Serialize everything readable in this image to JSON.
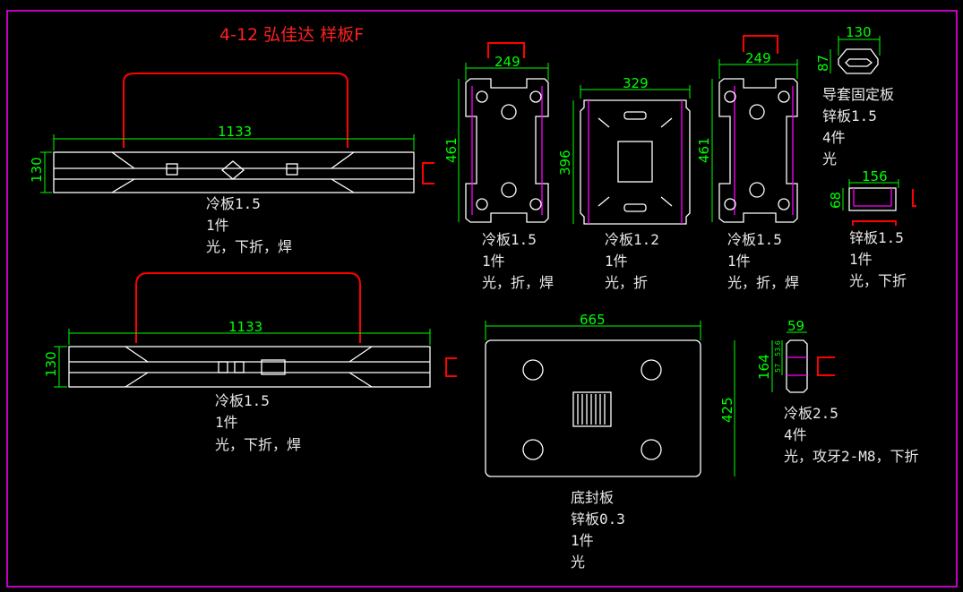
{
  "title": "4-12 弘佳达 样板F",
  "colors": {
    "background": "#000000",
    "border": "#ff00ff",
    "outline": "#ffffff",
    "dimension": "#00ff00",
    "bend": "#ff0000",
    "bend_line": "#ff00ff"
  },
  "parts": [
    {
      "width": "1133",
      "height": "130",
      "notes": [
        "冷板1.5",
        "1件",
        "光，下折，焊"
      ]
    },
    {
      "width": "1133",
      "height": "130",
      "notes": [
        "冷板1.5",
        "1件",
        "光，下折，焊"
      ]
    },
    {
      "width": "249",
      "height": "461",
      "notes": [
        "冷板1.5",
        "1件",
        "光，折，焊"
      ]
    },
    {
      "width": "329",
      "height": "396",
      "notes": [
        "冷板1.2",
        "1件",
        "光，折"
      ]
    },
    {
      "width": "249",
      "height": "461",
      "notes": [
        "冷板1.5",
        "1件",
        "光，折，焊"
      ]
    },
    {
      "width": "130",
      "height": "87",
      "notes": [
        "导套固定板",
        "锌板1.5",
        "4件",
        "光"
      ]
    },
    {
      "width": "156",
      "height": "68",
      "notes": [
        "锌板1.5",
        "1件",
        "光，下折"
      ]
    },
    {
      "width": "665",
      "height": "425",
      "notes": [
        "底封板",
        "锌板0.3",
        "1件",
        "光"
      ]
    },
    {
      "width": "59",
      "height": "164",
      "sub_dims": [
        "53.6",
        "57"
      ],
      "notes": [
        "冷板2.5",
        "4件",
        "光，攻牙2-M8，下折"
      ]
    }
  ]
}
